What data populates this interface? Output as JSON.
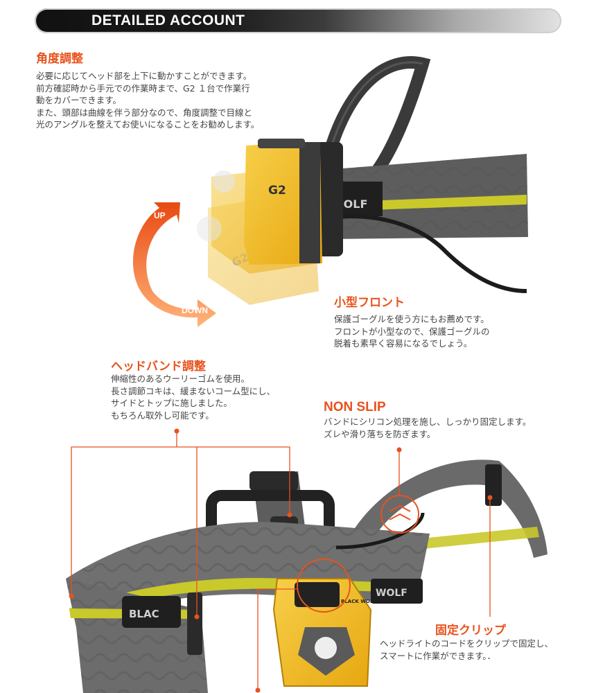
{
  "banner": {
    "title": "DETAILED ACCOUNT"
  },
  "angle": {
    "title": "角度調整",
    "lines": [
      "必要に応じてヘッド部を上下に動かすことができます。",
      "前方確認時から手元での作業時まで、G2 １台で作業行",
      "動をカバーできます。",
      "また、頭部は曲線を伴う部分なので、角度調整で目線と",
      "光のアングルを整えてお使いになることをお勧めします。"
    ],
    "up_label": "UP",
    "down_label": "DOWN"
  },
  "front": {
    "title": "小型フロント",
    "lines": [
      "保護ゴーグルを使う方にもお薦めです。",
      "フロントが小型なので、保護ゴーグルの",
      "脱着も素早く容易になるでしょう。"
    ]
  },
  "headband": {
    "title": "ヘッドバンド調整",
    "lines": [
      "伸縮性のあるウーリーゴムを使用。",
      "長さ調節コキは、緩まないコーム型にし、",
      "サイドとトップに施しました。",
      "もちろん取外し可能です。"
    ]
  },
  "nonslip": {
    "title": "NON SLIP",
    "lines": [
      "バンドにシリコン処理を施し、しっかり固定します。",
      "ズレや滑り落ちを防ぎます。"
    ]
  },
  "clip": {
    "title": "固定クリップ",
    "lines": [
      "ヘッドライトのコードをクリップで固定し、",
      "スマートに作業ができます。．"
    ]
  },
  "product": {
    "model": "G2",
    "brand_front": "BLACK WOLF",
    "band_text_top": "WOLF",
    "band_text_side": "BLAC",
    "band_text_right": "WOLF"
  },
  "colors": {
    "accent": "#e8521c",
    "yellow": "#f2b51c",
    "band_gray": "#6e6e6e",
    "stripe": "#cfcf2a"
  }
}
